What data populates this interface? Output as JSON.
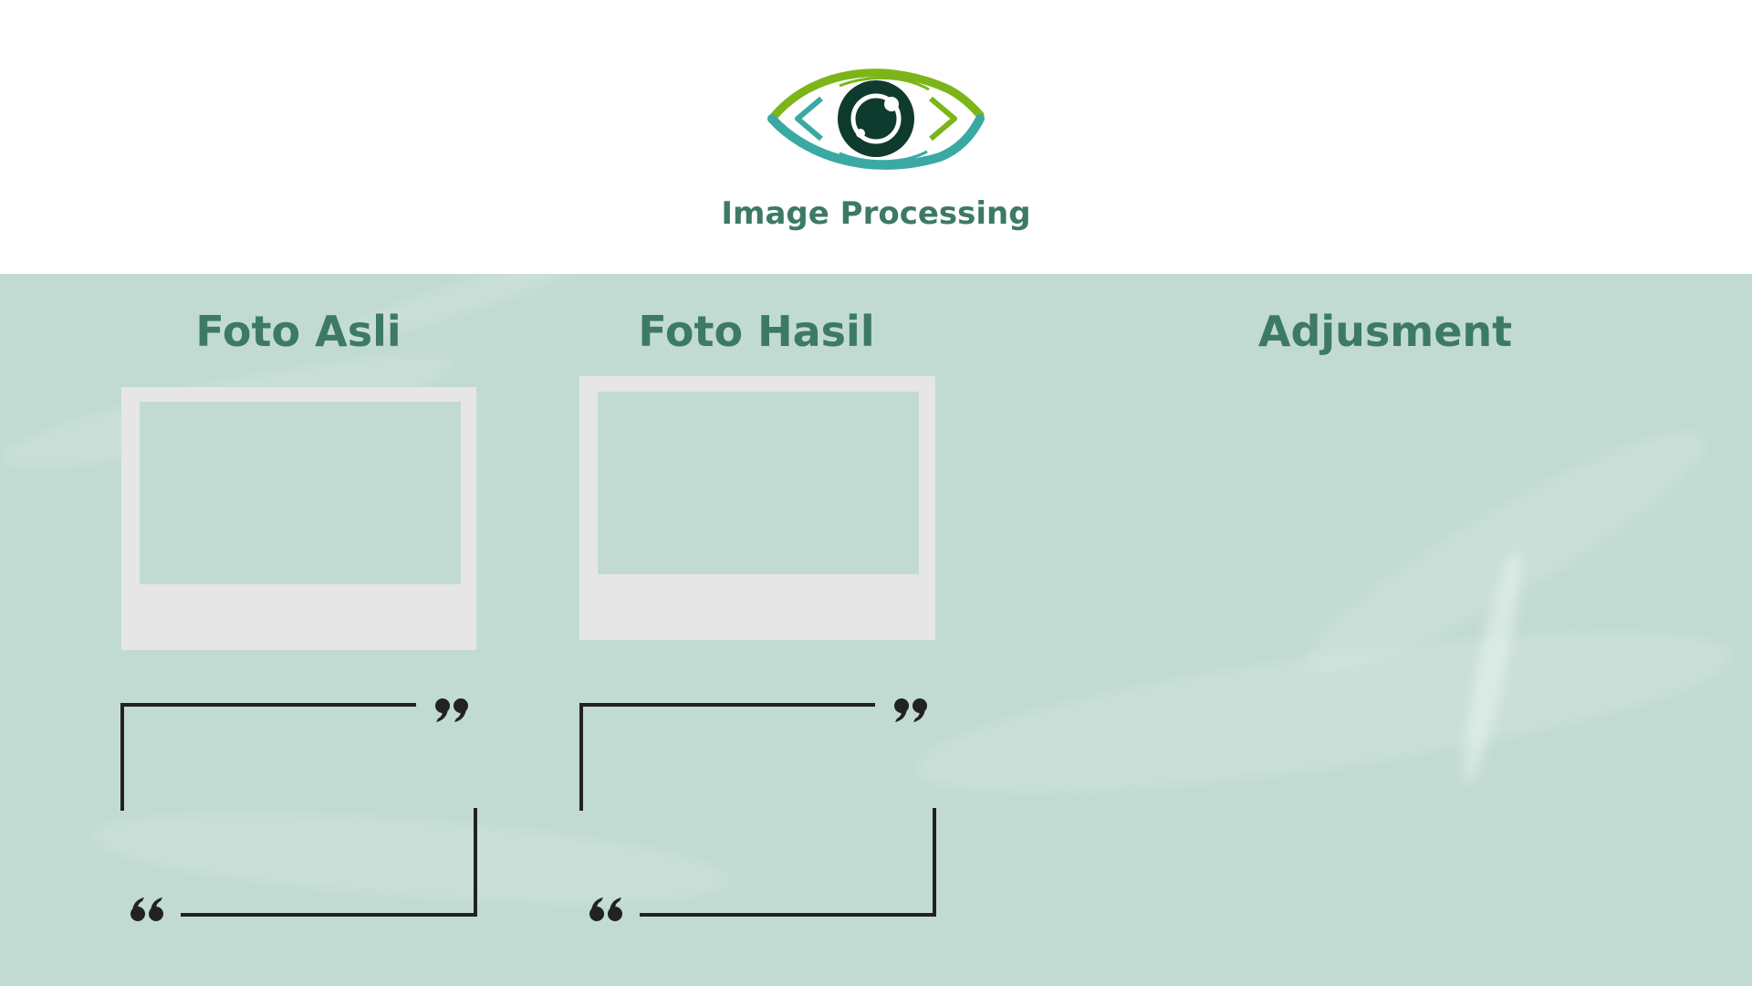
{
  "app": {
    "title": "Image Processing",
    "logo_icon": "eye-icon"
  },
  "sections": {
    "original": {
      "title": "Foto Asli"
    },
    "result": {
      "title": "Foto Hasil"
    },
    "adjustment": {
      "title": "Adjusment"
    }
  },
  "colors": {
    "accent_green": "#3d7a63",
    "panel_bg": "#c2dbd2",
    "frame": "#e6e6e6",
    "eye_green": "#7cb518",
    "eye_teal": "#3aa9a4",
    "eye_dark": "#0f3b2e"
  }
}
